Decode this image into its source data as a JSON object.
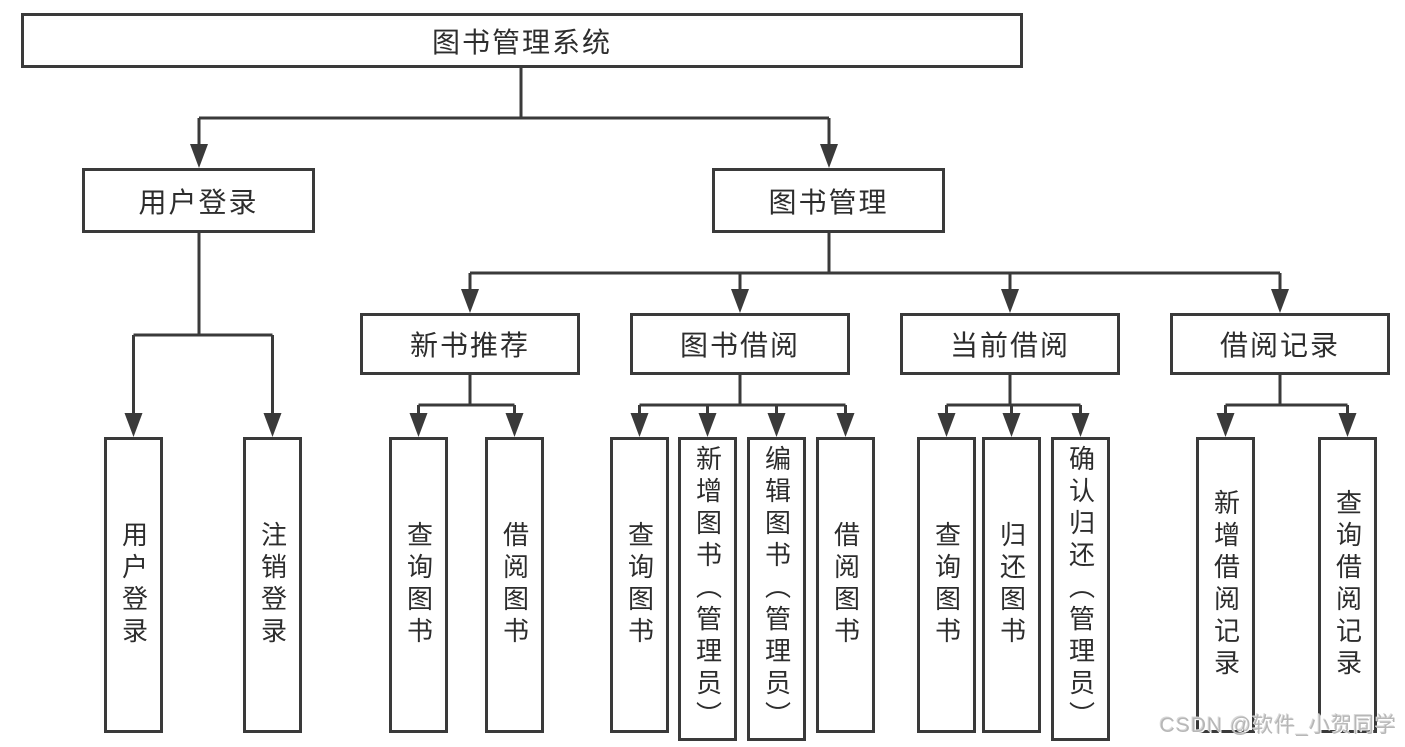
{
  "colors": {
    "line": "#3a3a3a",
    "node_border": "#3a3a3a",
    "text": "#2d2d2d",
    "background": "#ffffff",
    "watermark": "#b7b7b7"
  },
  "watermark": {
    "text": "CSDN @软件_小贺同学"
  },
  "tree": {
    "root": {
      "label": "图书管理系统"
    },
    "branches": [
      {
        "label": "用户登录",
        "children": [
          {
            "label": "用户登录"
          },
          {
            "label": "注销登录"
          }
        ]
      },
      {
        "label": "图书管理",
        "children": [
          {
            "label": "新书推荐",
            "children": [
              {
                "label": "查询图书"
              },
              {
                "label": "借阅图书"
              }
            ]
          },
          {
            "label": "图书借阅",
            "children": [
              {
                "label": "查询图书"
              },
              {
                "label": "新增图书（管理员）"
              },
              {
                "label": "编辑图书（管理员）"
              },
              {
                "label": "借阅图书"
              }
            ]
          },
          {
            "label": "当前借阅",
            "children": [
              {
                "label": "查询图书"
              },
              {
                "label": "归还图书"
              },
              {
                "label": "确认归还（管理员）"
              }
            ]
          },
          {
            "label": "借阅记录",
            "children": [
              {
                "label": "新增借阅记录"
              },
              {
                "label": "查询借阅记录"
              }
            ]
          }
        ]
      }
    ]
  }
}
